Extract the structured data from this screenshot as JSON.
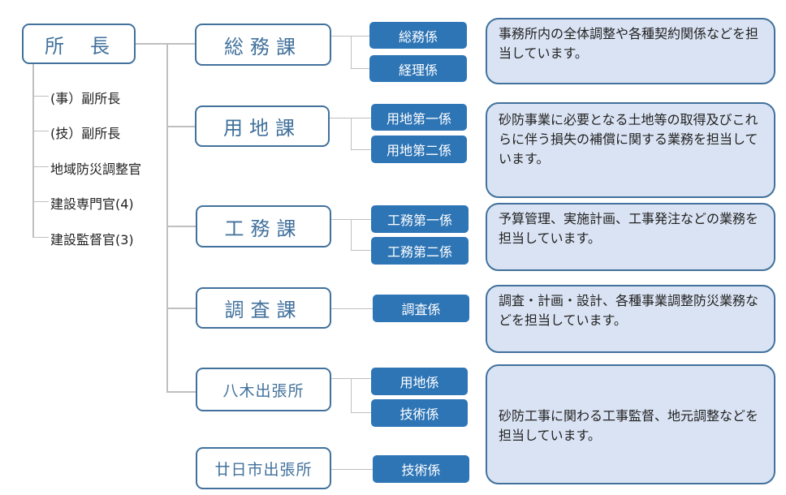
{
  "director": "所　長",
  "staff": [
    "(事）副所長",
    "(技）副所長",
    "地域防災調整官",
    "建設専門官(4)",
    "建設監督官(3)"
  ],
  "departments": [
    {
      "name": "総務課",
      "units": [
        "総務係",
        "経理係"
      ],
      "description": "事務所内の全体調整や各種契約関係などを担当しています。"
    },
    {
      "name": "用地課",
      "units": [
        "用地第一係",
        "用地第二係"
      ],
      "description": "砂防事業に必要となる土地等の取得及びこれらに伴う損失の補償に関する業務を担当しています。"
    },
    {
      "name": "工務課",
      "units": [
        "工務第一係",
        "工務第二係"
      ],
      "description": "予算管理、実施計画、工事発注などの業務を担当しています。"
    },
    {
      "name": "調査課",
      "units": [
        "調査係"
      ],
      "description": "調査・計画・設計、各種事業調整防災業務などを担当しています。"
    },
    {
      "name": "八木出張所",
      "units": [
        "用地係",
        "技術係"
      ],
      "description": "砂防工事に関わる工事監督、地元調整などを担当しています。"
    },
    {
      "name": "廿日市出張所",
      "units": [
        "技術係"
      ]
    }
  ],
  "colors": {
    "outline": "#41719c",
    "unit_fill": "#2e75b6",
    "desc_fill": "#dae3f3",
    "line": "#bfbfbf"
  }
}
